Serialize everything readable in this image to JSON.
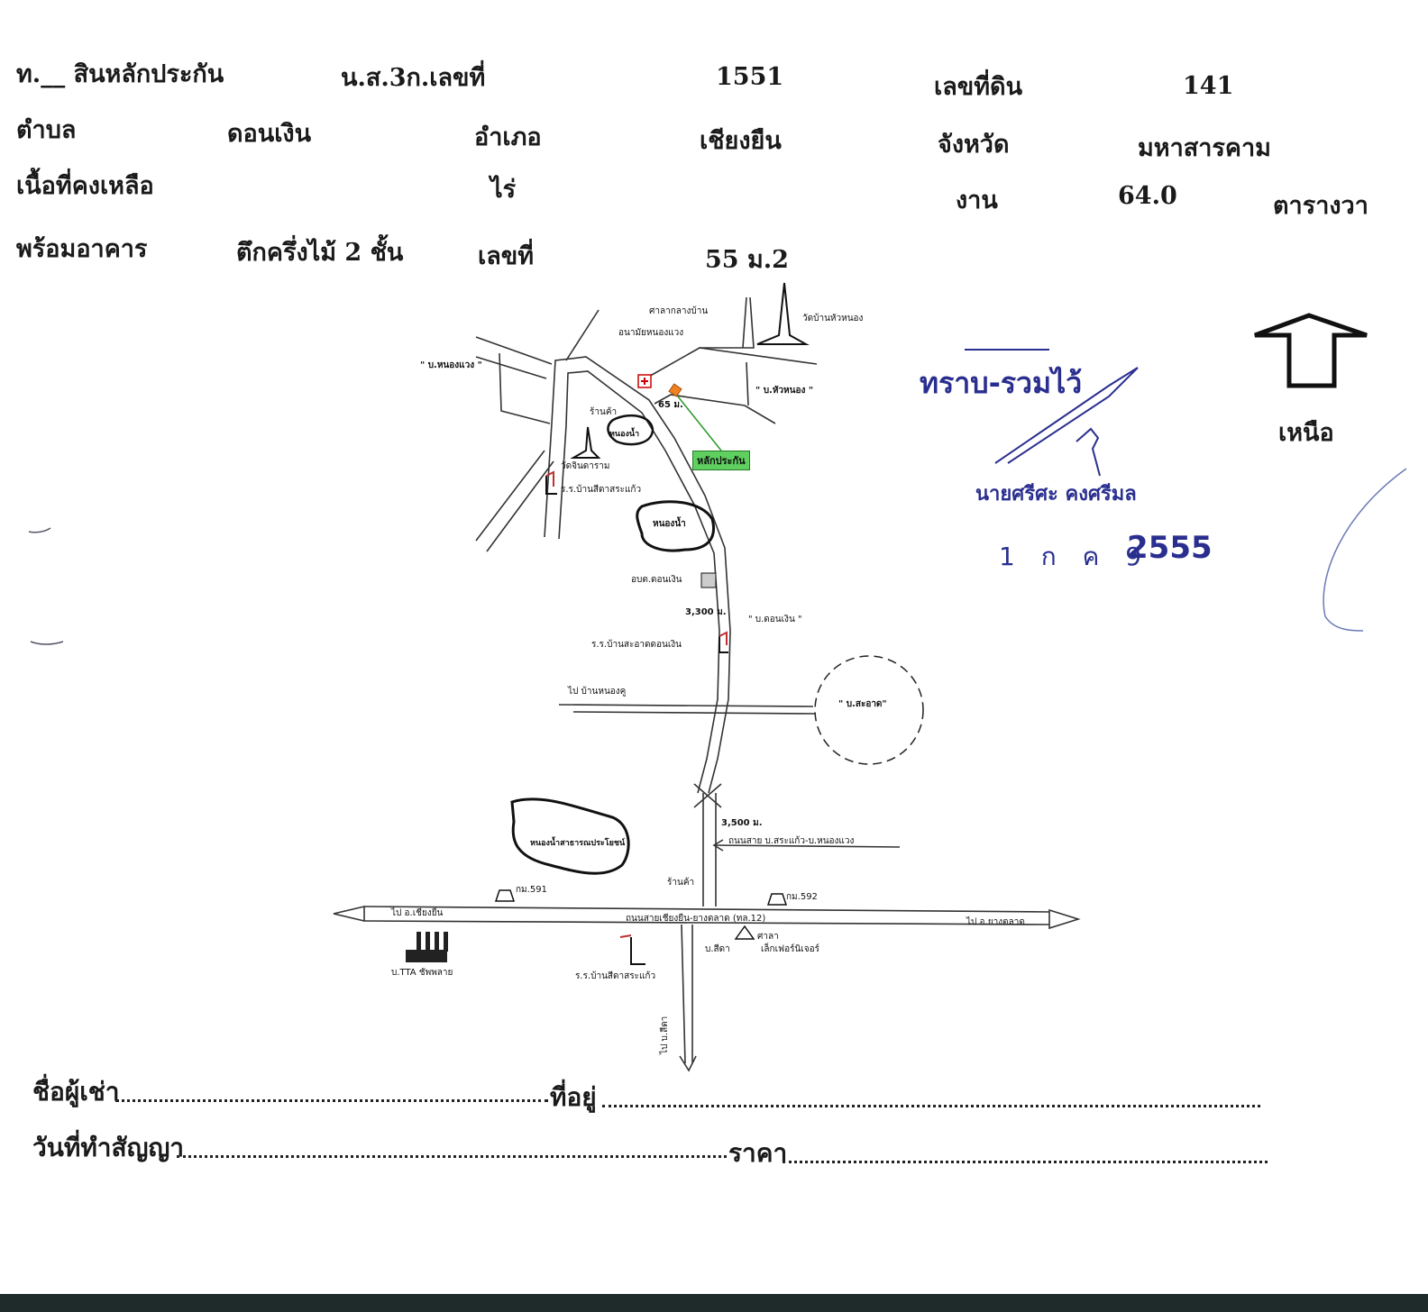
{
  "header": {
    "r1": {
      "a": "ท.__ สินหลักประกัน",
      "b": "น.ส.3ก.เลขที่",
      "c": "1551",
      "d": "เลขที่ดิน",
      "e": "141"
    },
    "r2": {
      "a": "ตำบล",
      "b": "ดอนเงิน",
      "c": "อำเภอ",
      "d": "เชียงยืน",
      "e": "จังหวัด",
      "f": "มหาสารคาม"
    },
    "r3": {
      "a": "เนื้อที่คงเหลือ",
      "b": "ไร่",
      "c": "งาน",
      "d": "64.0",
      "e": "ตารางวา"
    },
    "r4": {
      "a": "พร้อมอาคาร",
      "b": "ตึกครึ่งไม้ 2 ชั้น",
      "c": "เลขที่",
      "d": "55 ม.2"
    }
  },
  "map": {
    "l01": "ศาลากลางบ้าน",
    "l02": "วัดบ้านหัวหนอง",
    "l03": "อนามัยหนองแวง",
    "l04": "\" บ.หนองแวง \"",
    "l05": "\" บ.หัวหนอง \"",
    "l06": "ร้านค้า",
    "l07": "65 ม.",
    "l08": "หนองน้ำ",
    "l09": "วัดจินดาราม",
    "l10": "หลักประกัน",
    "l11": "ร.ร.บ้านสีดาสระแก้ว",
    "l12": "หนองน้ำ",
    "l13": "อบต.ดอนเงิน",
    "l14": "3,300 ม.",
    "l15": "\" บ.ดอนเงิน \"",
    "l16": "ร.ร.บ้านสะอาดดอนเงิน",
    "l17": "ไป บ้านหนองคู",
    "l18": "\" บ.สะอาด\"",
    "l19": "3,500 ม.",
    "l20": "หนองน้ำสาธารณประโยชน์",
    "l21": "ถนนสาย บ.สระแก้ว-บ.หนองแวง",
    "l22": "ร้านค้า",
    "l23": "กม.591",
    "l24": "กม.592",
    "l25": "ไป อ.เชียงยืน",
    "l26": "ถนนสายเชียงยืน-ยางตลาด (ทล.12)",
    "l27": "ไป อ.ยางตลาด",
    "l28": "ศาลา",
    "l29": "บ.สีดา",
    "l30": "เล็กเฟอร์นิเจอร์",
    "l31": "บ.TTA ชัพพลาย",
    "l32": "ร.ร.บ้านสีดาสระแก้ว",
    "l33": "ไป บ.สีดา"
  },
  "north": {
    "label": "เหนือ"
  },
  "stamp": {
    "title": "ทราบ-รวมไว้",
    "name": "นายศรีศะ คงศรีมล",
    "date_day": "1 ก ค 9",
    "date_year": "2555"
  },
  "footer": {
    "tenant": "ชื่อผู้เช่า",
    "address": "ที่อยู่",
    "date": "วันที่ทำสัญญา",
    "price": "ราคา"
  }
}
